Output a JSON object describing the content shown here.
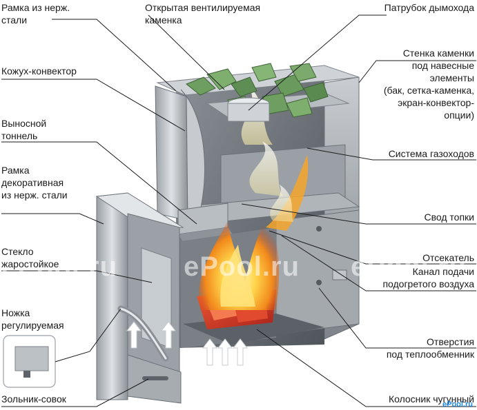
{
  "labels": {
    "frame_steel": "Рамка из нерж.\nстали",
    "open_stove": "Открытая вентилируемая\nкаменка",
    "chimney_pipe": "Патрубок дымохода",
    "casing_convector": "Кожух-конвектор",
    "stove_wall": "Стенка каменки\nпод навесные\nэлементы\n(бак, сетка-каменка,\nэкран-конвектор-\nопции)",
    "remote_tunnel": "Выносной\nтоннель",
    "gas_ducts": "Система газоходов",
    "decor_frame": "Рамка\nдекоративная\nиз нерж. стали",
    "firebox_vault": "Свод топки",
    "glass": "Стекло\nжаростойкое",
    "cutoff": "Отсекатель",
    "air_channel": "Канал подачи\nподогретого воздуха",
    "foot": "Ножка\nрегулируемая",
    "holes": "Отверстия\nпод теплообменник",
    "ash_pan": "Зольник-совок",
    "grate": "Колосник чугунный"
  },
  "watermark": "ePool.ru",
  "corner_mark": "ePool.ru",
  "colors": {
    "steel_light": "#d6d9dc",
    "steel_mid": "#a9aeb3",
    "steel_dark": "#6f757b",
    "fire_orange": "#f29a1f",
    "fire_yellow": "#ffe066",
    "ember_red": "#d8402a",
    "stone_green": "#6f9e61"
  }
}
